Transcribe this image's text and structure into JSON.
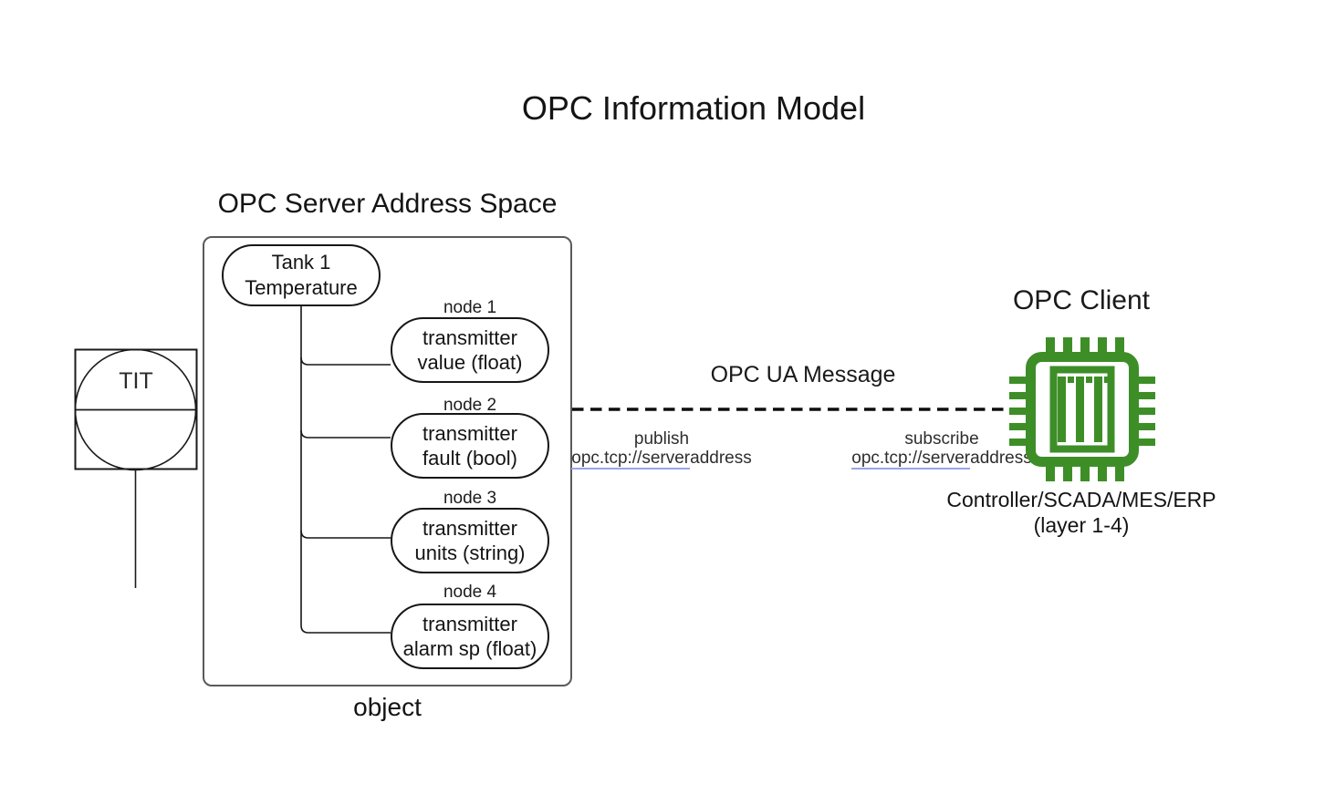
{
  "title": "OPC Information Model",
  "instrument": {
    "tag": "TIT"
  },
  "server": {
    "heading": "OPC Server Address Space",
    "object_label": "object",
    "root": {
      "line1": "Tank 1",
      "line2": "Temperature"
    },
    "nodes": [
      {
        "id": "node 1",
        "line1": "transmitter",
        "line2": "value (float)"
      },
      {
        "id": "node 2",
        "line1": "transmitter",
        "line2": "fault (bool)"
      },
      {
        "id": "node 3",
        "line1": "transmitter",
        "line2": "units (string)"
      },
      {
        "id": "node 4",
        "line1": "transmitter",
        "line2": "alarm sp (float)"
      }
    ]
  },
  "message": {
    "title": "OPC UA Message",
    "publish": {
      "action": "publish",
      "address_link": "opc.tcp://server",
      "address_rest": "address"
    },
    "subscribe": {
      "action": "subscribe",
      "address_link": "opc.tcp://server",
      "address_rest": "address"
    }
  },
  "client": {
    "heading": "OPC Client",
    "caption_line1": "Controller/SCADA/MES/ERP",
    "caption_line2": "(layer 1-4)"
  },
  "icons": {
    "client_chip": "chip-icon",
    "instrument_symbol": "temperature-transmitter-icon"
  },
  "colors": {
    "chip_green": "#3e8e28",
    "link_underline": "#9aa4e6",
    "diagram_ink": "#141414",
    "container_border": "#5a5a5a",
    "background": "#ffffff"
  }
}
